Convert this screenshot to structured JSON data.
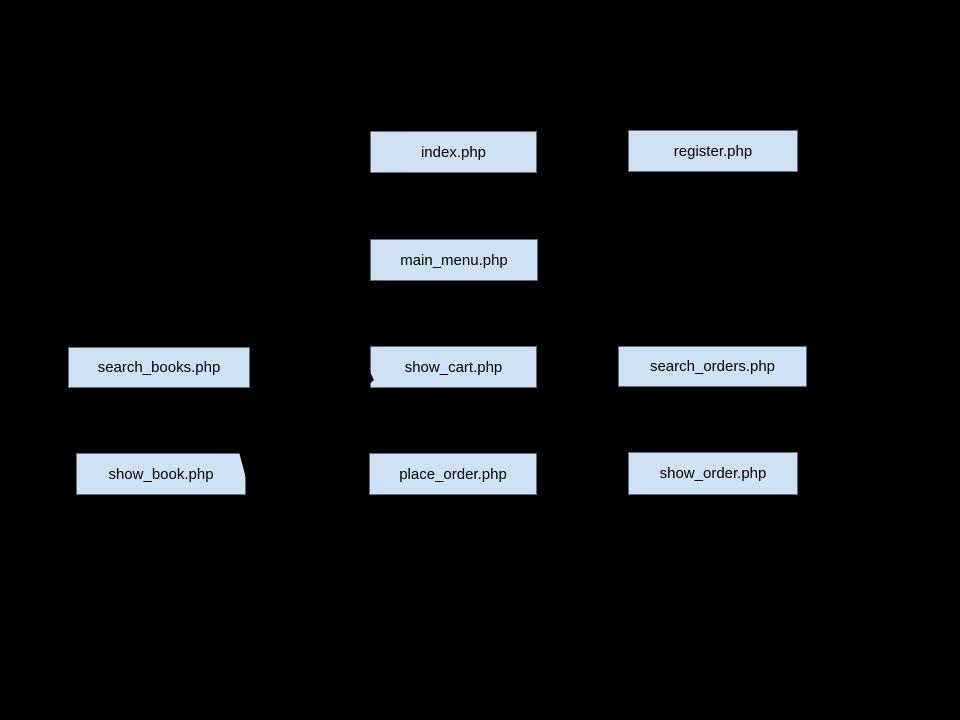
{
  "diagram": {
    "colors": {
      "background": "#000000",
      "node_fill": "#cfe2f3",
      "node_border": "#5b6e84",
      "node_text": "#000000"
    },
    "nodes": [
      {
        "id": "index",
        "label": "index.php"
      },
      {
        "id": "register",
        "label": "register.php"
      },
      {
        "id": "main_menu",
        "label": "main_menu.php"
      },
      {
        "id": "search_books",
        "label": "search_books.php"
      },
      {
        "id": "show_cart",
        "label": "show_cart.php"
      },
      {
        "id": "search_orders",
        "label": "search_orders.php"
      },
      {
        "id": "show_book",
        "label": "show_book.php"
      },
      {
        "id": "place_order",
        "label": "place_order.php"
      },
      {
        "id": "show_order",
        "label": "show_order.php"
      }
    ]
  }
}
